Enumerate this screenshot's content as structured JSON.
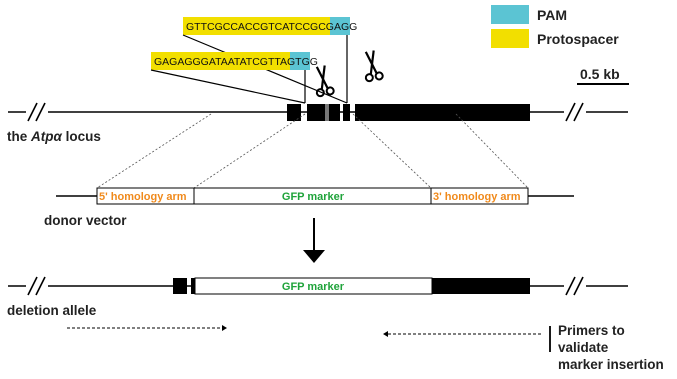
{
  "legend": {
    "items": [
      {
        "label": "PAM",
        "color": "#5bc4d3"
      },
      {
        "label": "Protospacer",
        "color": "#f2df00"
      }
    ]
  },
  "scale_bar": {
    "label": "0.5 kb"
  },
  "sgrnas": [
    {
      "protospacer": "GTTCGCCACCGTCATCCGCG",
      "pam": "AGG"
    },
    {
      "protospacer": "GAGAGGGATAATATCGTTAG",
      "pam": "TGG"
    }
  ],
  "locus": {
    "label_prefix": "the ",
    "label_italic": "Atpα",
    "label_suffix": " locus"
  },
  "donor": {
    "label": "donor vector",
    "left_arm": "5' homology arm",
    "marker": "GFP marker",
    "right_arm": "3' homology arm"
  },
  "deletion": {
    "label": "deletion allele",
    "marker": "GFP marker"
  },
  "primers": {
    "label_lines": [
      "Primers to",
      "validate",
      "marker insertion"
    ]
  },
  "colors": {
    "pam": "#5bc4d3",
    "protospacer": "#f2df00",
    "homology_arm_text": "#f08a1c",
    "gfp_text": "#1fa33a",
    "exon": "#000000"
  }
}
